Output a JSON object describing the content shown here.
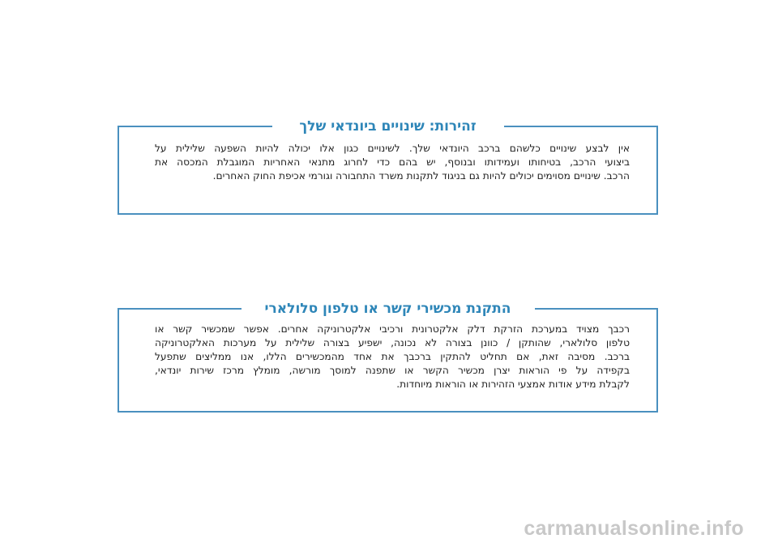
{
  "notices": [
    {
      "title": "זהירות: שינויים ביונדאי שלך",
      "lines": [
        "אין לבצע שינויים כלשהם ברכב היונדאי שלך. לשינויים כגון אלו יכולה להיות השפעה שלילית על",
        "ביצועי הרכב, בטיחותו ועמידותו ובנוסף, יש בהם כדי לחרוג מתנאי האחריות המוגבלת המכסה את",
        "הרכב. שינויים מסוימים יכולים להיות גם בניגוד לתקנות משרד התחבורה וגורמי אכיפת החוק האחרים."
      ]
    },
    {
      "title": "התקנת מכשירי קשר או טלפון סלולארי",
      "lines": [
        "רכבך מצויד במערכת הזרקת דלק אלקטרונית ורכיבי אלקטרוניקה אחרים. אפשר שמכשיר קשר או",
        "טלפון סלולארי, שהותקן / כוונן בצורה לא נכונה, ישפיע בצורה שלילית על מערכות האלקטרוניקה",
        "ברכב. מסיבה זאת, אם תחליט להתקין ברכבך את אחד מהמכשירים הללו, אנו ממליצים שתפעל",
        "בקפידה על פי הוראות יצרן מכשיר הקשר או שתפנה למוסך מורשה, מומלץ מרכז שירות יונדאי,",
        "לקבלת מידע אודות אמצעי הזהירות או הוראות מיוחדות."
      ]
    }
  ],
  "watermark": "carmanualsonline.info",
  "colors": {
    "accent": "#2e86b8",
    "border": "#4a90bf",
    "text": "#1e1e1e",
    "watermark": "#c8c8c8"
  }
}
